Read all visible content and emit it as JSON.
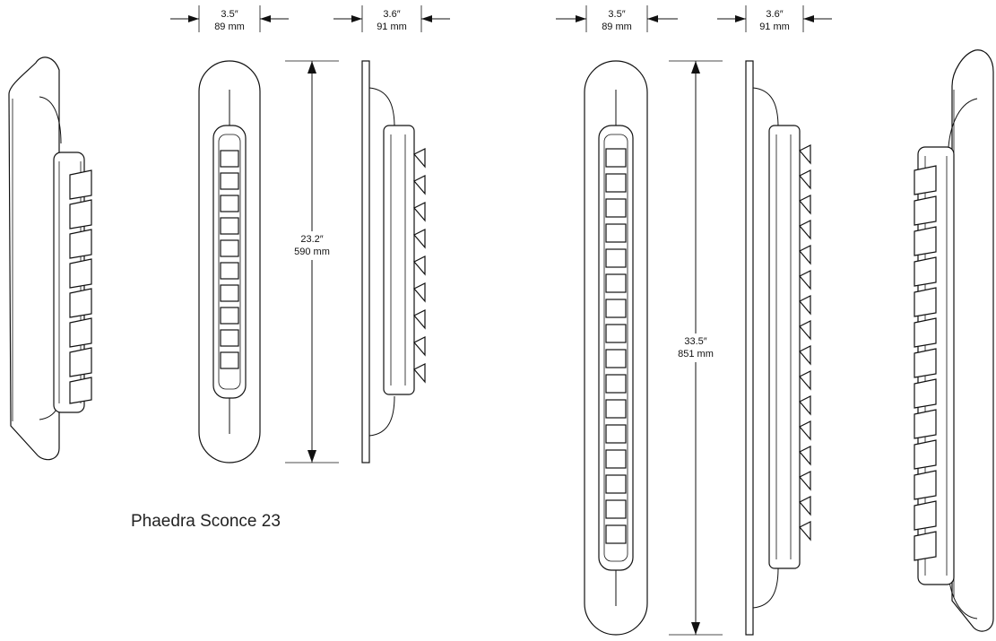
{
  "sconce23": {
    "caption": "Phaedra Sconce 23",
    "width_dim": {
      "in": "3.5″",
      "mm": "89 mm"
    },
    "depth_dim": {
      "in": "3.6″",
      "mm": "91 mm"
    },
    "height_dim": {
      "in": "23.2″",
      "mm": "590 mm"
    }
  },
  "sconce33": {
    "width_dim": {
      "in": "3.5″",
      "mm": "89 mm"
    },
    "depth_dim": {
      "in": "3.6″",
      "mm": "91 mm"
    },
    "height_dim": {
      "in": "33.5″",
      "mm": "851 mm"
    }
  }
}
